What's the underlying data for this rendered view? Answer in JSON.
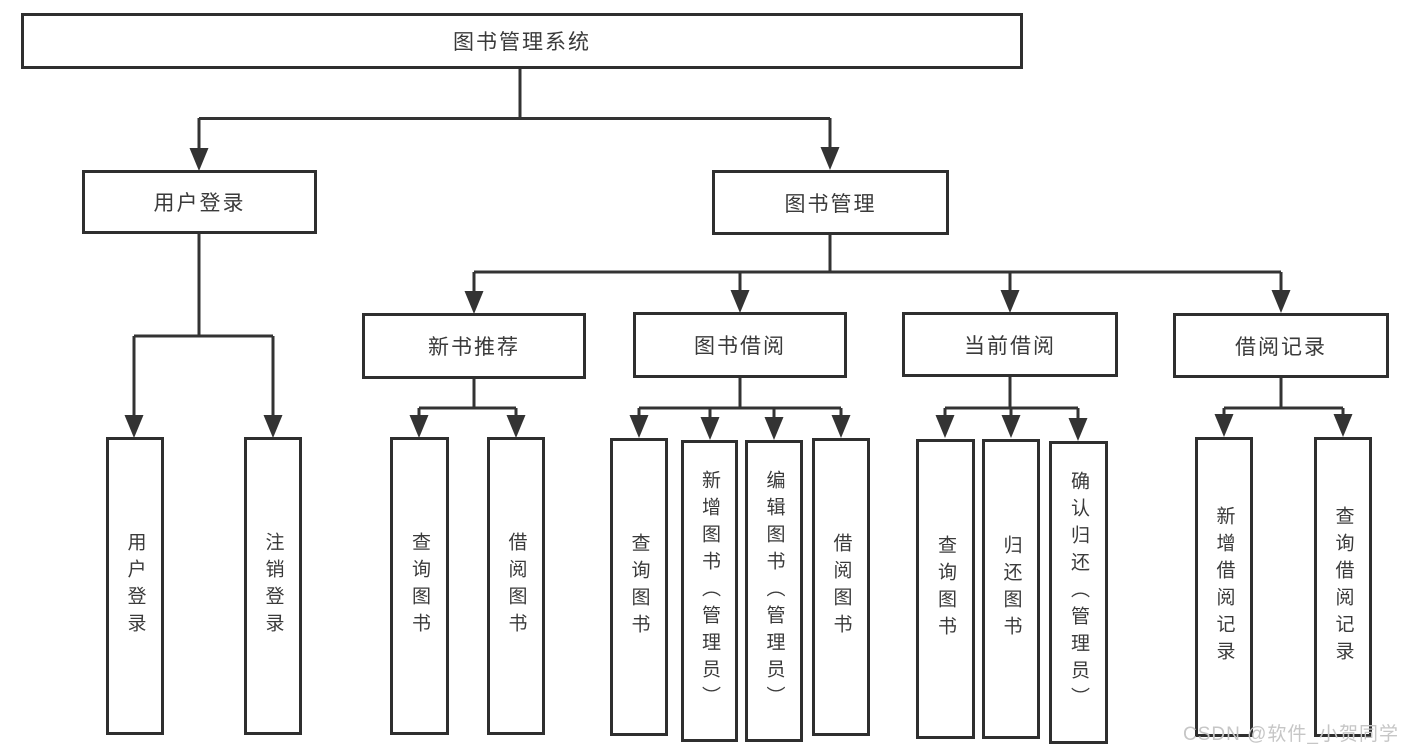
{
  "diagram": {
    "type": "hierarchy-tree",
    "colors": {
      "line": "#333333",
      "box_border": "#2f2f2f",
      "box_fill": "#ffffff",
      "text": "#3a3a3a",
      "watermark_text": "#c6c6c6",
      "background": "#ffffff"
    },
    "root": {
      "label": "图书管理系统",
      "children": [
        {
          "label": "用户登录",
          "children": [
            {
              "label": "用户登录"
            },
            {
              "label": "注销登录"
            }
          ]
        },
        {
          "label": "图书管理",
          "children": [
            {
              "label": "新书推荐",
              "children": [
                {
                  "label": "查询图书"
                },
                {
                  "label": "借阅图书"
                }
              ]
            },
            {
              "label": "图书借阅",
              "children": [
                {
                  "label": "查询图书"
                },
                {
                  "label": "新增图书（管理员）"
                },
                {
                  "label": "编辑图书（管理员）"
                },
                {
                  "label": "借阅图书"
                }
              ]
            },
            {
              "label": "当前借阅",
              "children": [
                {
                  "label": "查询图书"
                },
                {
                  "label": "归还图书"
                },
                {
                  "label": "确认归还（管理员）"
                }
              ]
            },
            {
              "label": "借阅记录",
              "children": [
                {
                  "label": "新增借阅记录"
                },
                {
                  "label": "查询借阅记录"
                }
              ]
            }
          ]
        }
      ]
    }
  },
  "watermark": "CSDN @软件_小贺同学"
}
